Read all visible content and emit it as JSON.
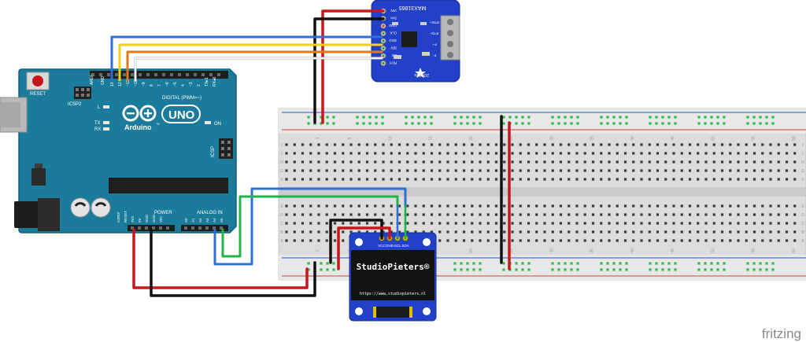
{
  "arduino": {
    "reset_label": "RESET",
    "icsp2_label": "ICSP2",
    "aref_label": "AREF",
    "gnd_label": "GND",
    "digital_pins": [
      "13",
      "12",
      "~11",
      "~10",
      "~9",
      "8",
      "7",
      "~6",
      "~5",
      "4",
      "~3",
      "2",
      "TX▸1",
      "RX◂0"
    ],
    "digital_label": "DIGITAL (PWM=~)",
    "l_label": "L",
    "tx_label": "TX",
    "rx_label": "RX",
    "brand": "Arduino",
    "tm": "™",
    "model": "UNO",
    "on_label": "ON",
    "icsp_label": "ICSP",
    "power_pins": [
      "IOREF",
      "RESET",
      "3V3",
      "5V",
      "GND",
      "GND",
      "VIN"
    ],
    "power_label": "POWER",
    "analog_pins": [
      "A0",
      "A1",
      "A2",
      "A3",
      "A4",
      "A5"
    ],
    "analog_label": "ANALOG IN"
  },
  "sensor": {
    "name": "MAX31865",
    "side_labels": [
      "RTD+",
      "RTD-",
      "F+",
      "F-"
    ],
    "left_pins": [
      "VIN",
      "3Vo",
      "GND",
      "CLK",
      "SDO",
      "SDI",
      "CS",
      "RDY"
    ],
    "bottom_label": "2/3 Wire"
  },
  "breadboard": {
    "column_numbers": [
      "1",
      "5",
      "10",
      "15",
      "20",
      "25",
      "30",
      "35",
      "40",
      "45",
      "50",
      "55",
      "60"
    ],
    "row_letters_top": [
      "J",
      "I",
      "H",
      "G",
      "F"
    ],
    "row_letters_bottom": [
      "E",
      "D",
      "C",
      "B",
      "A"
    ]
  },
  "oled": {
    "pin_labels": [
      "VCC",
      "GND",
      "SCL",
      "SDA"
    ],
    "title": "StudioPieters®",
    "url": "https://www.studiopieters.nl"
  },
  "watermark": "fritzing",
  "colors": {
    "arduino_board": "#1b7b9a",
    "sensor_board": "#2240c8",
    "wire_red": "#c8161d",
    "wire_black": "#111111",
    "wire_blue": "#2e6fd6",
    "wire_green": "#22b24a",
    "wire_yellow": "#f2d21a",
    "wire_orange": "#e07a18",
    "wire_white": "#eeeeee"
  }
}
